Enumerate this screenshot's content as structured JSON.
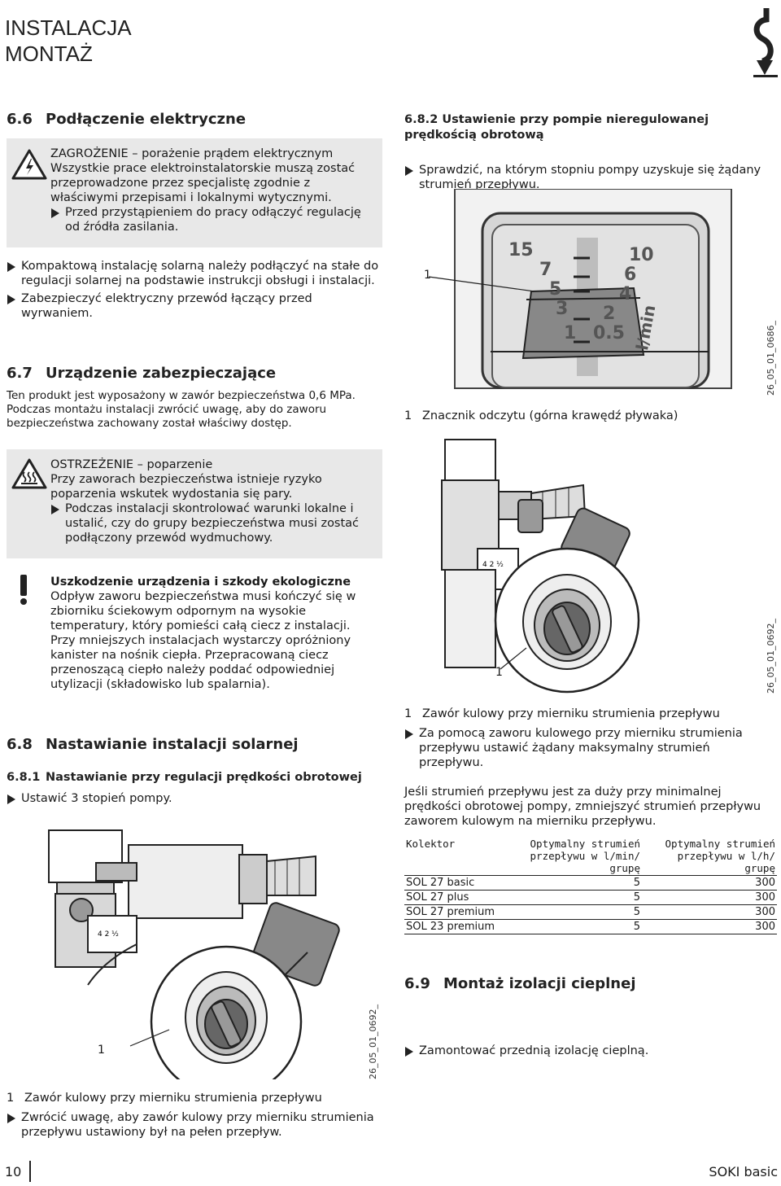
{
  "header": {
    "line1": "INSTALACJA",
    "line2": "MONTAŻ"
  },
  "s66": {
    "num": "6.6",
    "title": "Podłączenie elektryczne"
  },
  "danger1": {
    "title": "ZAGROŻENIE – porażenie prądem elektrycznym",
    "text": "Wszystkie prace elektroinstalatorskie muszą zostać przeprowadzone przez specjalistę zgodnie z właściwymi przepisami i lokalnymi wytycznymi.",
    "bullet": "Przed przystąpieniem do pracy odłączyć regulację od źródła zasilania."
  },
  "s66_bullets": [
    "Kompaktową instalację solarną należy podłączyć na stałe do regulacji solarnej na podstawie instrukcji obsługi i instalacji.",
    "Zabezpieczyć elektryczny przewód łączący przed wyrwaniem."
  ],
  "s67": {
    "num": "6.7",
    "title": "Urządzenie zabezpieczające",
    "p1": "Ten produkt jest wyposażony w zawór bezpieczeństwa 0,6 MPa.",
    "p2": "Podczas montażu instalacji zwrócić uwagę, aby do zaworu bezpieczeństwa zachowany został właściwy dostęp."
  },
  "warn2": {
    "title": "OSTRZEŻENIE – poparzenie",
    "text": "Przy zaworach bezpieczeństwa istnieje ryzyko poparzenia wskutek wydostania się pary.",
    "bullet": "Podczas instalacji skontrolować warunki lokalne i ustalić, czy do grupy bezpieczeństwa musi zostać podłączony przewód wydmuchowy."
  },
  "notice": {
    "title": "Uszkodzenie urządzenia i szkody ekologiczne",
    "text": "Odpływ zaworu bezpieczeństwa musi kończyć się w zbiorniku ściekowym odpornym na wysokie temperatury, który pomieści całą ciecz z instalacji. Przy mniejszych instalacjach wystarczy opróżniony kanister na nośnik ciepła. Przepracowaną ciecz przenoszącą ciepło należy poddać odpowiedniej utylizacji (składowisko lub spalarnia)."
  },
  "s68": {
    "num": "6.8",
    "title": "Nastawianie instalacji solarnej"
  },
  "s681": {
    "num": "6.8.1",
    "title": "Nastawianie przy regulacji prędkości obrotowej",
    "bullet": "Ustawić 3 stopień pompy."
  },
  "fig_left": {
    "label": "1",
    "code": "26_05_01_0692_",
    "caption_num": "1",
    "caption": "Zawór kulowy przy mierniku strumienia przepływu",
    "bullet": "Zwrócić uwagę, aby zawór kulowy przy mierniku strumienia przepływu ustawiony był na pełen przepływ."
  },
  "s682": {
    "num": "6.8.2",
    "title": "Ustawienie przy pompie nieregulowanej prędkością obrotową",
    "bullet": "Sprawdzić, na którym stopniu pompy uzyskuje się żądany strumień przepływu."
  },
  "fig_gauge": {
    "label": "1",
    "code": "26_05_01_0686_",
    "caption_num": "1",
    "caption": "Znacznik odczytu (górna krawędź pływaka)",
    "scale_left": [
      "15",
      "7",
      "5",
      "3",
      "1"
    ],
    "scale_right": [
      "10",
      "6",
      "4",
      "2",
      "0.5"
    ],
    "unit": "l/min"
  },
  "fig_right": {
    "label": "1",
    "code": "26_05_01_0692_",
    "caption_num": "1",
    "caption": "Zawór kulowy przy mierniku strumienia przepływu",
    "bullet": "Za pomocą zaworu kulowego przy mierniku strumienia przepływu ustawić żądany maksymalny strumień przepływu."
  },
  "para_flow": "Jeśli strumień przepływu jest za duży przy minimalnej prędkości obrotowej pompy, zmniejszyć strumień przepływu zaworem kulowym na mierniku przepływu.",
  "table": {
    "headers": [
      "Kolektor",
      "Optymalny strumień przepływu w l/min/ grupę",
      "Optymalny strumień przepływu w l/h/ grupę"
    ],
    "rows": [
      [
        "SOL 27 basic",
        "5",
        "300"
      ],
      [
        "SOL 27 plus",
        "5",
        "300"
      ],
      [
        "SOL 27 premium",
        "5",
        "300"
      ],
      [
        "SOL 23 premium",
        "5",
        "300"
      ]
    ]
  },
  "s69": {
    "num": "6.9",
    "title": "Montaż izolacji cieplnej",
    "bullet": "Zamontować przednią izolację cieplną."
  },
  "footer": {
    "page": "10",
    "product": "SOKI basic"
  }
}
